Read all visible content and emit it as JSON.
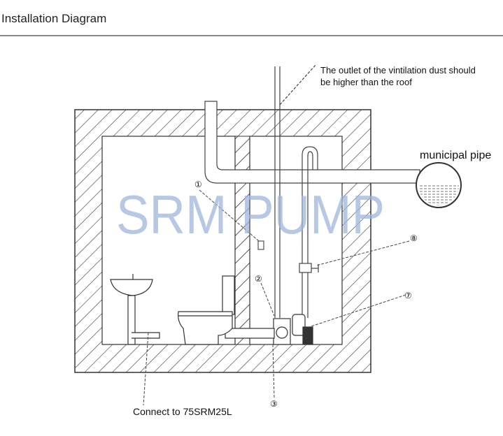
{
  "header": {
    "title": "Installation Diagram"
  },
  "diagram": {
    "vent_note_line1": "The outlet of the vintilation dust  should",
    "vent_note_line2": "be higher than the roof",
    "municipal_pipe_label": "municipal pipe",
    "connect_label": "Connect to 75SRM25L",
    "watermark": "SRM PUMP",
    "callouts": [
      "①",
      "②",
      "③",
      "⑦",
      "⑧"
    ]
  }
}
